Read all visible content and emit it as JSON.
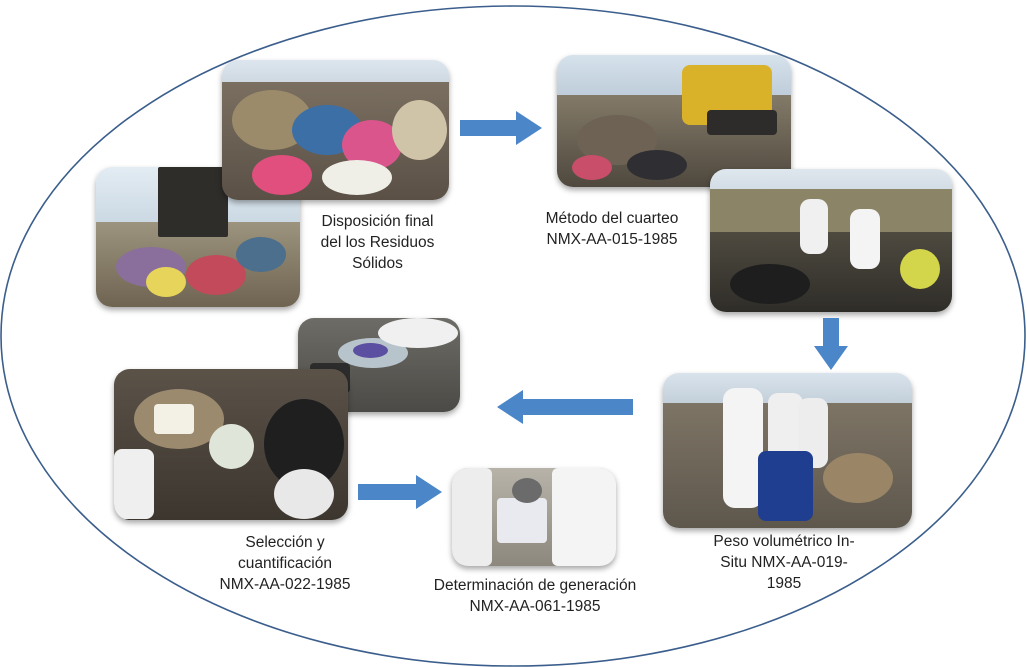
{
  "diagram": {
    "steps": [
      {
        "id": "disposicion",
        "caption": "Disposición final\ndel los Residuos\nSólidos"
      },
      {
        "id": "cuarteo",
        "caption": "Método del cuarteo\nNMX-AA-015-1985"
      },
      {
        "id": "peso",
        "caption": "Peso volumétrico In-\nSitu  NMX-AA-019-\n1985"
      },
      {
        "id": "seleccion",
        "caption": "Selección y\ncuantificación\nNMX-AA-022-1985"
      },
      {
        "id": "generacion",
        "caption": "Determinación de generación\nNMX-AA-061-1985"
      }
    ],
    "colors": {
      "arrow": "#4A86C8",
      "ellipse": "#3B5E8C",
      "sky": "#cfe0ee",
      "soil": "#b7a588"
    }
  }
}
